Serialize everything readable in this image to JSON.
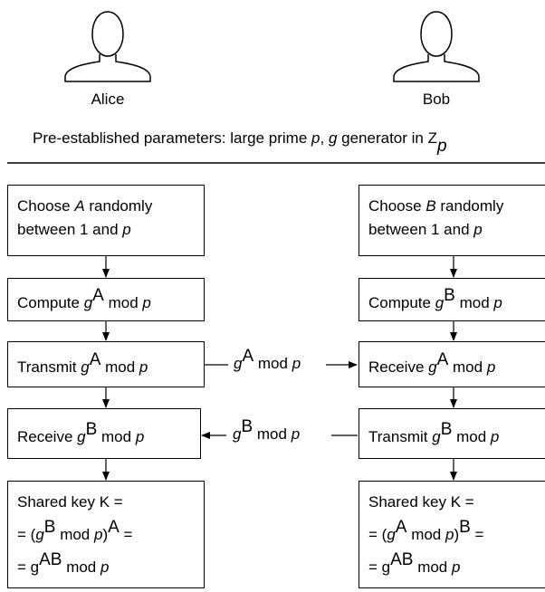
{
  "parties": {
    "alice": {
      "name": "Alice",
      "icon": "person-icon"
    },
    "bob": {
      "name": "Bob",
      "icon": "person-icon"
    }
  },
  "params": {
    "prefix": "Pre-established parameters: large prime ",
    "p": "p",
    "sep": ", ",
    "g": "g",
    "mid": " generator in Z",
    "sub": "p"
  },
  "alice": {
    "choose": {
      "l1a": "Choose ",
      "var": "A",
      "l1b": " randomly",
      "l2a": "between 1 and ",
      "l2p": "p"
    },
    "compute": {
      "a": "Compute ",
      "g": "g",
      "exp": "A",
      "b": " mod ",
      "p": "p"
    },
    "transmit": {
      "a": "Transmit ",
      "g": "g",
      "exp": "A",
      "b": " mod ",
      "p": "p"
    },
    "receive": {
      "a": "Receive ",
      "g": "g",
      "exp": "B",
      "b": " mod ",
      "p": "p"
    },
    "shared": {
      "l1": "Shared key K =",
      "l2a": "= (",
      "l2g": "g",
      "l2e": "B",
      "l2b": " mod ",
      "l2p": "p",
      "l2c": ")",
      "l2e2": "A",
      "l2d": " =",
      "l3a": "= g",
      "l3e": "AB",
      "l3b": " mod ",
      "l3p": "p"
    }
  },
  "bob": {
    "choose": {
      "l1a": "Choose ",
      "var": "B",
      "l1b": " randomly",
      "l2a": "between 1 and ",
      "l2p": "p"
    },
    "compute": {
      "a": "Compute ",
      "g": "g",
      "exp": "B",
      "b": " mod ",
      "p": "p"
    },
    "receive": {
      "a": "Receive ",
      "g": "g",
      "exp": "A",
      "b": " mod ",
      "p": "p"
    },
    "transmit": {
      "a": "Transmit ",
      "g": "g",
      "exp": "B",
      "b": " mod ",
      "p": "p"
    },
    "shared": {
      "l1": "Shared key K =",
      "l2a": "= (",
      "l2g": "g",
      "l2e": "A",
      "l2b": " mod ",
      "l2p": "p",
      "l2c": ")",
      "l2e2": "B",
      "l2d": " =",
      "l3a": "= g",
      "l3e": "AB",
      "l3b": " mod ",
      "l3p": "p"
    }
  },
  "messages": {
    "to_bob": {
      "g": "g",
      "exp": "A",
      "b": " mod ",
      "p": "p"
    },
    "to_alice": {
      "g": "g",
      "exp": "B",
      "b": " mod ",
      "p": "p"
    }
  }
}
